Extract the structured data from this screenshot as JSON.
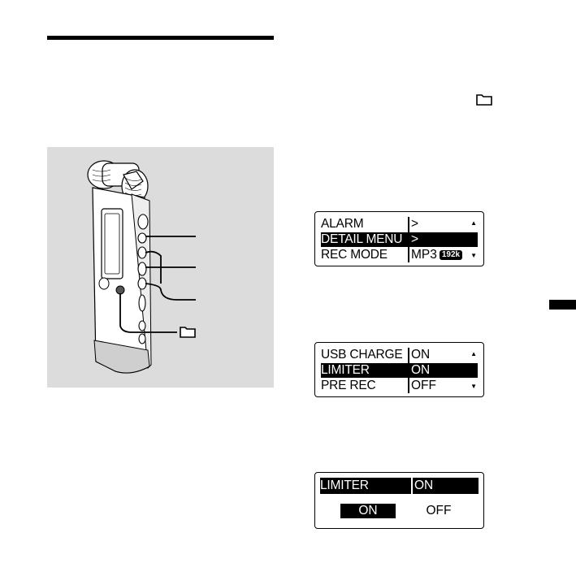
{
  "screen1": {
    "rows": [
      {
        "label": "ALARM",
        "value": ">",
        "selected": false
      },
      {
        "label": "DETAIL MENU",
        "value": ">",
        "selected": true
      },
      {
        "label": "REC MODE",
        "value": "MP3",
        "badge": "192k",
        "selected": false
      }
    ],
    "scroll_up": "▲",
    "scroll_down": "▼"
  },
  "screen2": {
    "rows": [
      {
        "label": "USB CHARGE",
        "value": "ON",
        "selected": false
      },
      {
        "label": "LIMITER",
        "value": "ON",
        "selected": true
      },
      {
        "label": "PRE REC",
        "value": "OFF",
        "selected": false
      }
    ],
    "scroll_up": "▲",
    "scroll_down": "▼"
  },
  "screen3": {
    "header_label": "LIMITER",
    "header_value": "ON",
    "options": [
      "ON",
      "OFF"
    ],
    "selected_option": "ON"
  },
  "icons": {
    "folder_top": "folder-icon",
    "folder_callout": "folder-icon"
  }
}
